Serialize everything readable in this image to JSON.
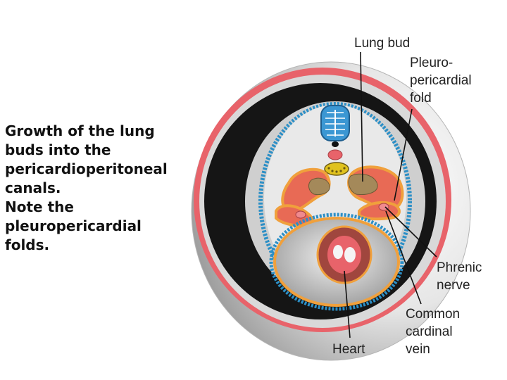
{
  "caption": {
    "lines": [
      "Growth of the lung",
      "buds into the",
      "pericardioperitoneal",
      "canals.",
      "Note the",
      "pleuropericardial",
      "folds."
    ]
  },
  "diagram": {
    "labels": {
      "lung_bud": "Lung bud",
      "pleuro_1": "Pleuro-",
      "pleuro_2": "pericardial",
      "pleuro_3": "fold",
      "phrenic_1": "Phrenic",
      "phrenic_2": "nerve",
      "cardinal_1": "Common",
      "cardinal_2": "cardinal",
      "cardinal_3": "vein",
      "heart": "Heart"
    },
    "colors": {
      "body_wall_outer": "#e8e8e8",
      "skin": "#e8636a",
      "cavity": "#1c1c1c",
      "coelom_lining": "#2c8fc6",
      "neural_tube": "#3b97d3",
      "mesothelium": "#f0a03c",
      "lung_bud": "#a4895a",
      "heart": "#a0463e",
      "nerve_vessel": "#e8636a"
    }
  }
}
